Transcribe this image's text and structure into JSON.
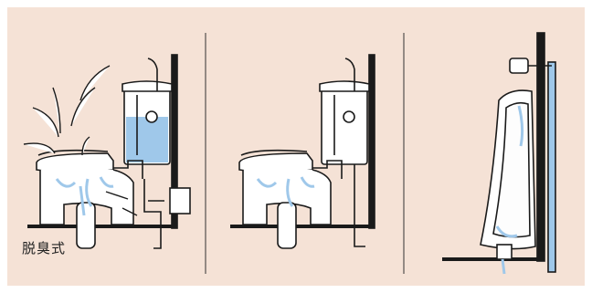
{
  "background_color": "#f5e2d6",
  "water_color": "#9fc8ea",
  "line_color": "#1a1a1a",
  "panels": [
    {
      "id": "toilet-with-deodorizer",
      "label": "脱臭式"
    },
    {
      "id": "toilet-standard",
      "label": ""
    },
    {
      "id": "urinal",
      "label": ""
    }
  ]
}
